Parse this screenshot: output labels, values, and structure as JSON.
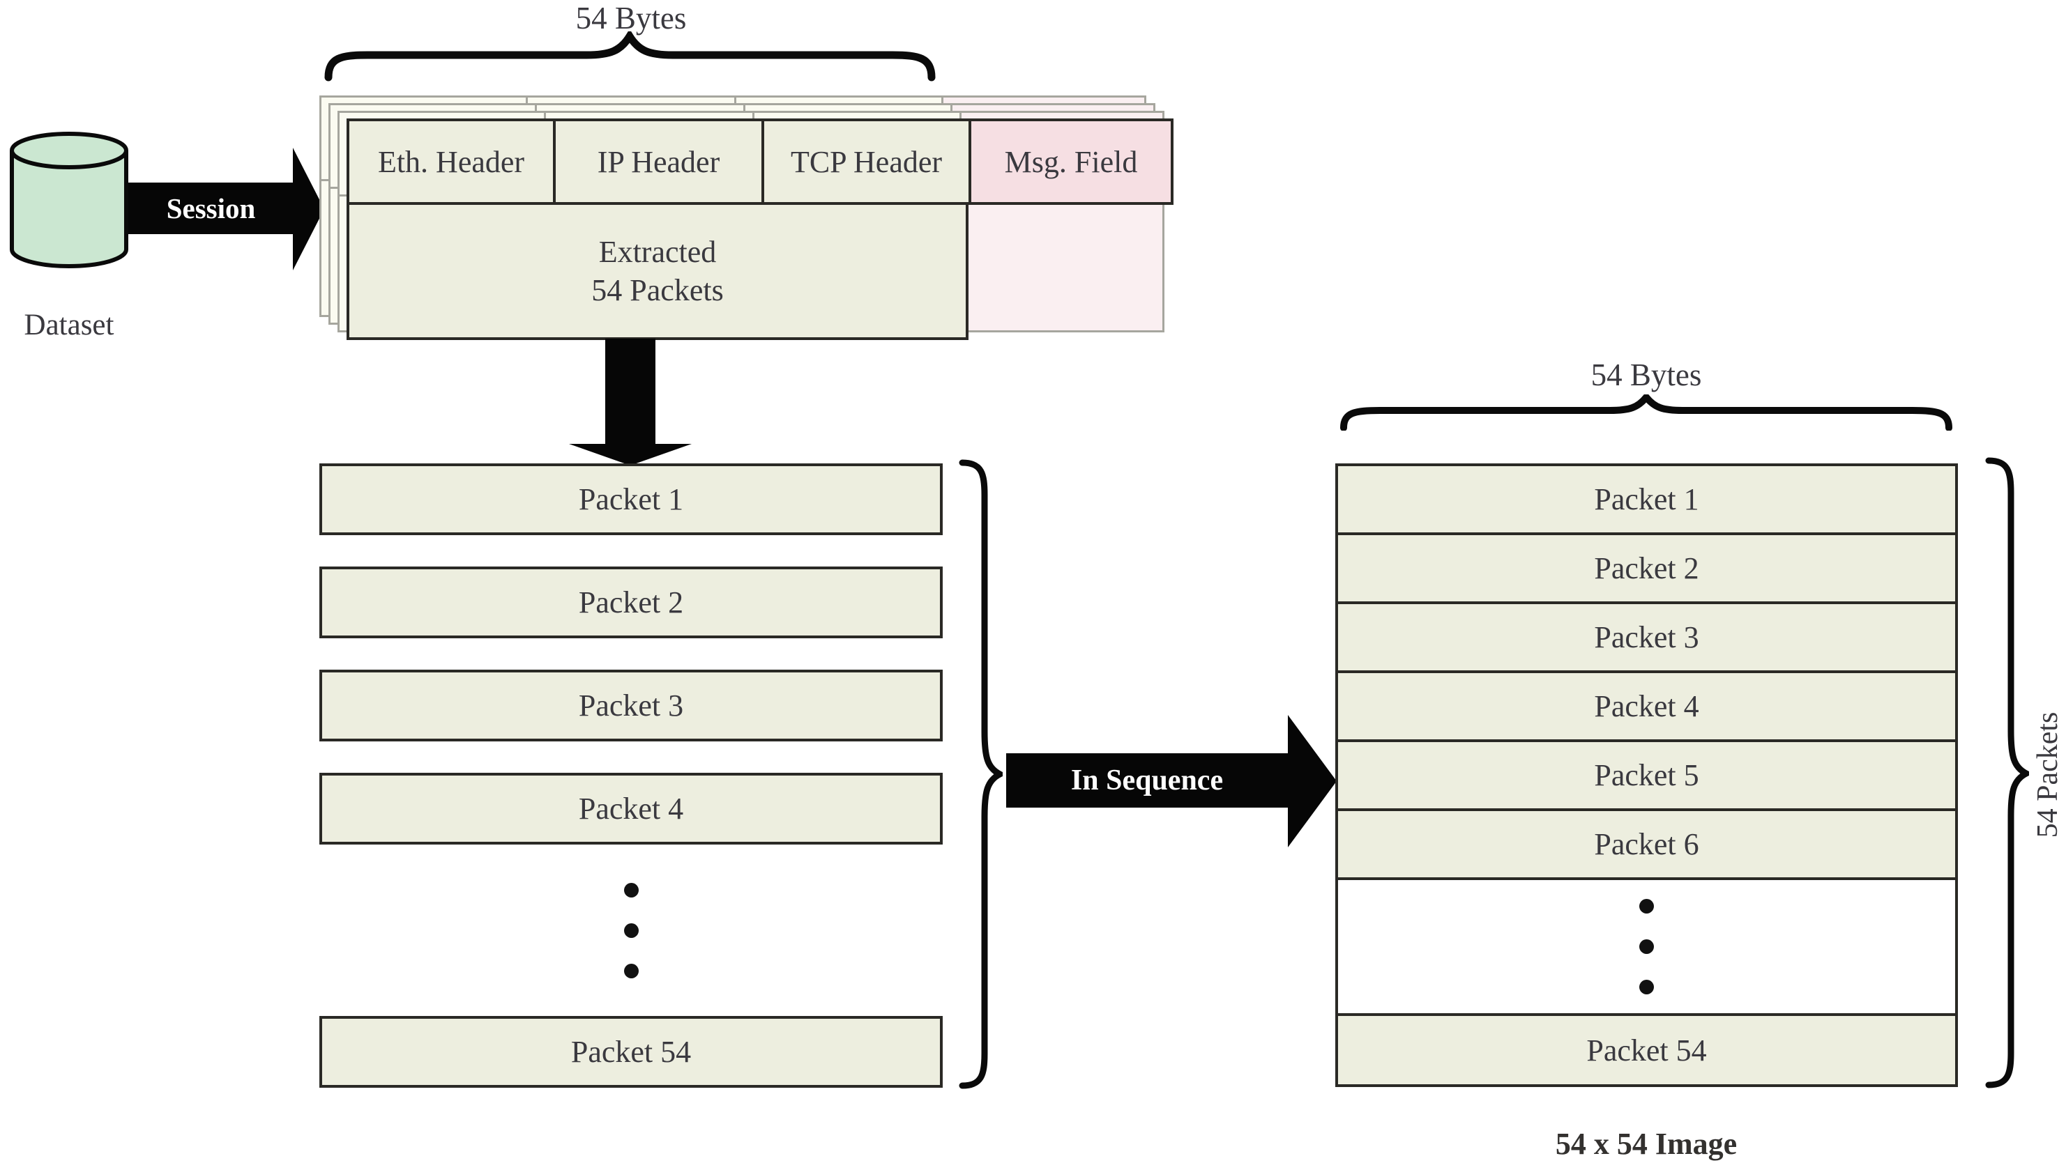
{
  "palette": {
    "box_fill": "#edeedf",
    "msg_fill": "#f6dfe3",
    "cylinder_fill": "#cbe7d1",
    "sheet_fill": "#fbfbf1",
    "sheet_border": "#a6a69e",
    "box_border": "#2a2925",
    "arrow_black": "#060606",
    "text_dark": "#3a393f"
  },
  "dataset": {
    "label": "Dataset"
  },
  "session": {
    "label": "Session"
  },
  "stack": {
    "brace_label": "54 Bytes",
    "headers": [
      "Eth. Header",
      "IP Header",
      "TCP Header",
      "Msg. Field"
    ],
    "payload": {
      "line1": "Extracted",
      "line2": "54 Packets"
    }
  },
  "left": {
    "rows": [
      "Packet 1",
      "Packet 2",
      "Packet 3",
      "Packet 4"
    ],
    "last": "Packet 54"
  },
  "seq": {
    "label": "In Sequence"
  },
  "right": {
    "brace_label": "54 Bytes",
    "rows": [
      "Packet 1",
      "Packet 2",
      "Packet 3",
      "Packet 4",
      "Packet 5",
      "Packet 6"
    ],
    "last": "Packet 54",
    "side_label": "54 Packets",
    "caption": "54 x 54 Image"
  }
}
